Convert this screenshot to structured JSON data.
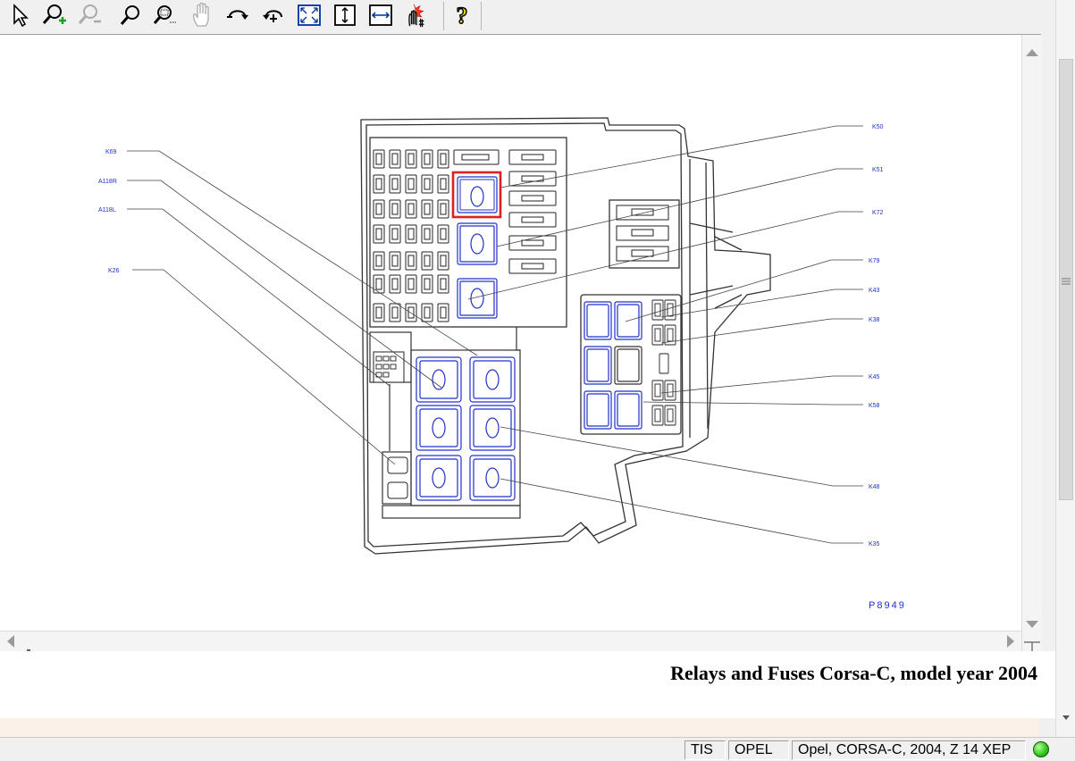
{
  "toolbar": {
    "tools": [
      "select-arrow",
      "zoom-in",
      "zoom-out",
      "zoom",
      "zoom-window",
      "pan-hand",
      "rotate-right",
      "rotate-left",
      "fit-page",
      "fit-height",
      "fit-width",
      "highlight-hotspots",
      "help"
    ]
  },
  "diagram": {
    "labels_left": [
      "K69",
      "A118R",
      "A118L",
      "K26"
    ],
    "labels_right": [
      "K50",
      "K51",
      "K72",
      "K79",
      "K43",
      "K38",
      "K45",
      "K58",
      "K48",
      "K35"
    ],
    "figure_id": "P8949",
    "highlight_color": "#e02020",
    "relay_color": "#2030c8",
    "line_color": "#333333"
  },
  "caption": "Relays and Fuses Corsa-C, model year 2004",
  "status": {
    "app": "TIS",
    "make": "OPEL",
    "vehicle": "Opel, CORSA-C, 2004, Z 14 XEP",
    "indicator_color": "#2fc21a"
  }
}
